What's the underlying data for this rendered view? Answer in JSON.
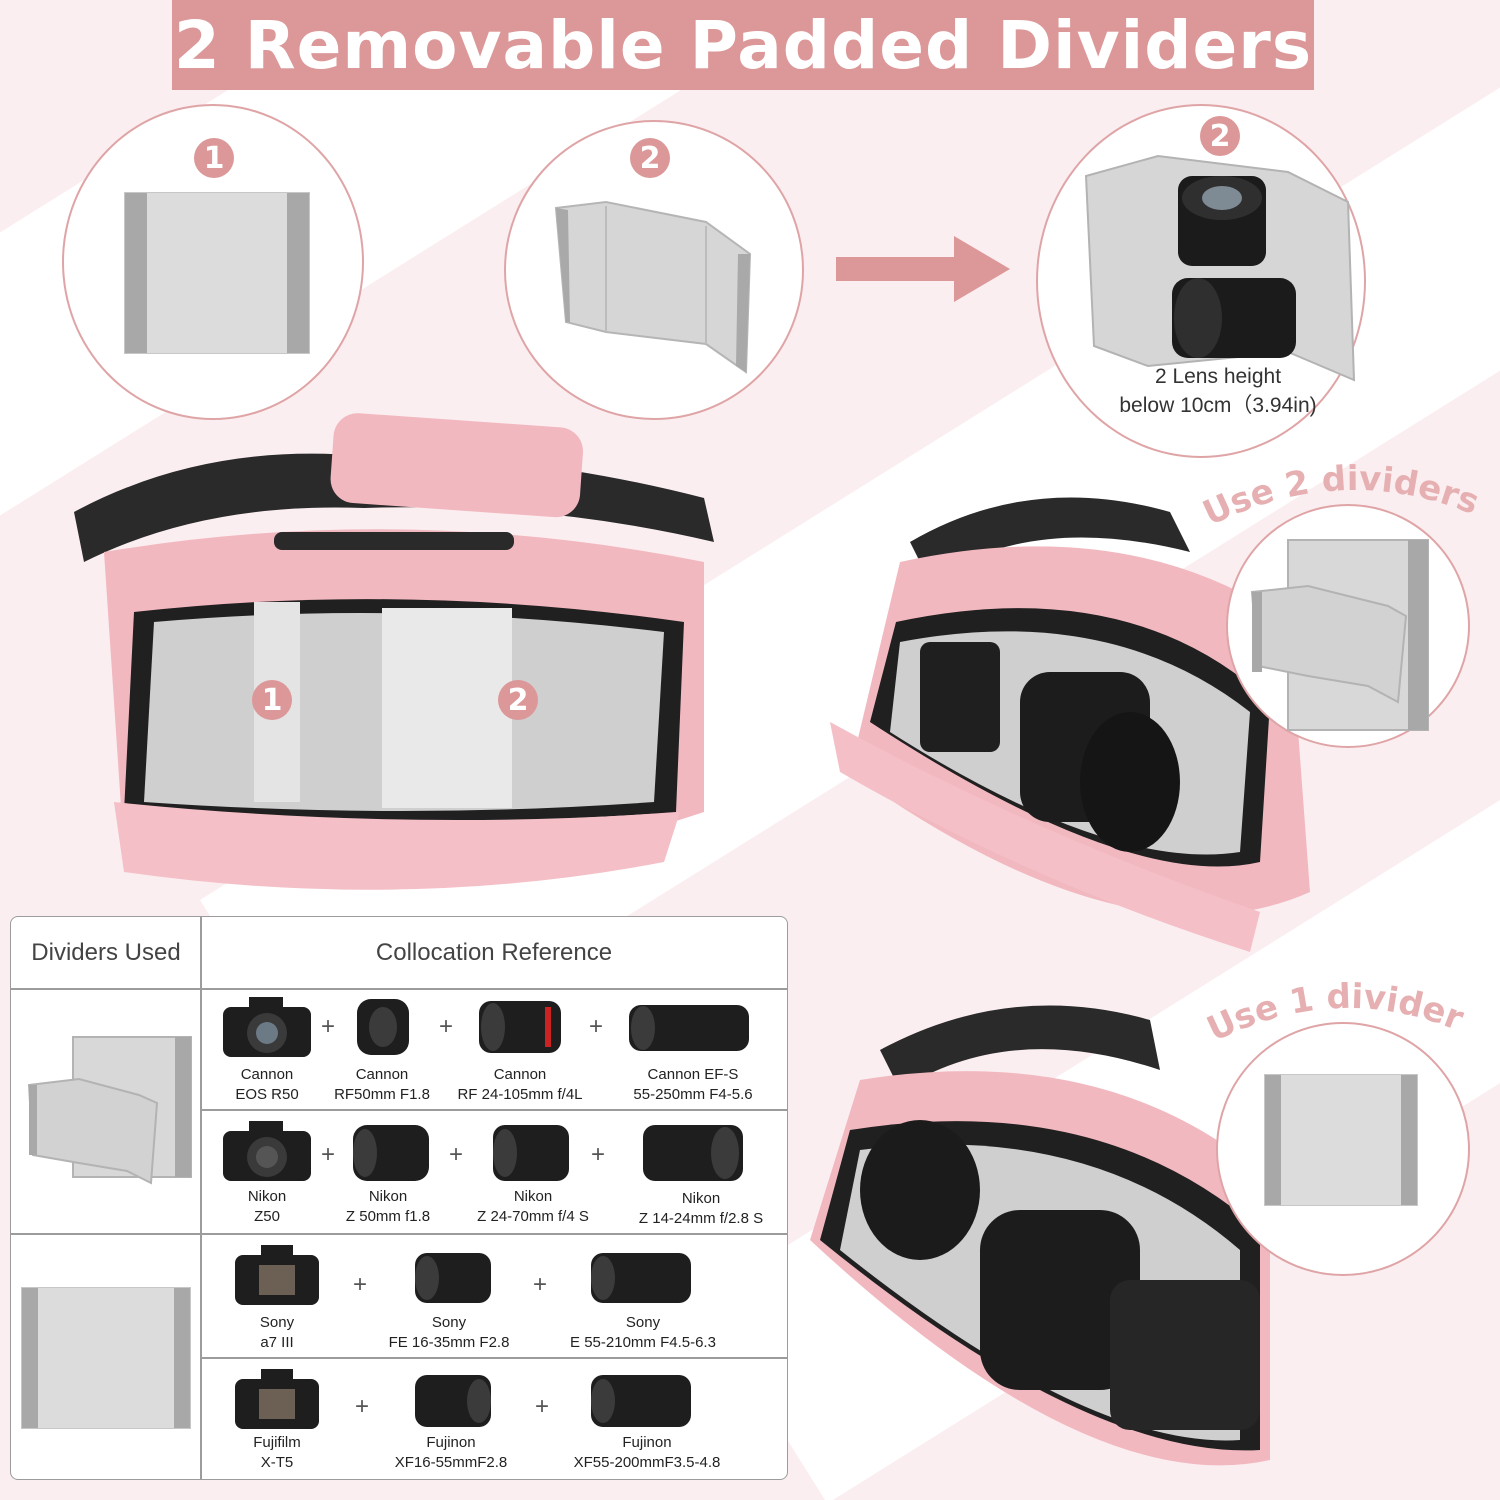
{
  "title": "2 Removable Padded Dividers",
  "badges": {
    "one": "1",
    "two": "2"
  },
  "lens_caption": {
    "line1": "2 Lens height",
    "line2": "below 10cm（3.94in)"
  },
  "labels": {
    "use_two": "Use 2 dividers",
    "use_one": "Use 1 divider"
  },
  "colors": {
    "accent": "#dc9798",
    "bag_pink": "#f2b8c0",
    "divider_gray": "#d9d9d9",
    "strap": "#2a2a2a"
  },
  "table": {
    "headers": {
      "dividers": "Dividers Used",
      "reference": "Collocation Reference"
    },
    "rows": [
      {
        "items": [
          {
            "l1": "Cannon",
            "l2": "EOS R50",
            "icon": "camera-icon"
          },
          {
            "l1": "Cannon",
            "l2": "RF50mm F1.8",
            "icon": "lens-icon"
          },
          {
            "l1": "Cannon",
            "l2": "RF 24-105mm f/4L",
            "icon": "lens-icon"
          },
          {
            "l1": "Cannon EF-S",
            "l2": "55-250mm F4-5.6",
            "icon": "lens-icon"
          }
        ]
      },
      {
        "items": [
          {
            "l1": "Nikon",
            "l2": "Z50",
            "icon": "camera-icon"
          },
          {
            "l1": "Nikon",
            "l2": "Z 50mm f1.8",
            "icon": "lens-icon"
          },
          {
            "l1": "Nikon",
            "l2": "Z 24-70mm f/4 S",
            "icon": "lens-icon"
          },
          {
            "l1": "Nikon",
            "l2": "Z 14-24mm f/2.8 S",
            "icon": "lens-icon"
          }
        ]
      },
      {
        "items": [
          {
            "l1": "Sony",
            "l2": "a7 III",
            "icon": "camera-icon"
          },
          {
            "l1": "Sony",
            "l2": "FE 16-35mm F2.8",
            "icon": "lens-icon"
          },
          {
            "l1": "Sony",
            "l2": "E 55-210mm F4.5-6.3",
            "icon": "lens-icon"
          }
        ]
      },
      {
        "items": [
          {
            "l1": "Fujifilm",
            "l2": "X-T5",
            "icon": "camera-icon"
          },
          {
            "l1": "Fujinon",
            "l2": "XF16-55mmF2.8",
            "icon": "lens-icon"
          },
          {
            "l1": "Fujinon",
            "l2": "XF55-200mmF3.5-4.8",
            "icon": "lens-icon"
          }
        ]
      }
    ],
    "plus": "+"
  }
}
